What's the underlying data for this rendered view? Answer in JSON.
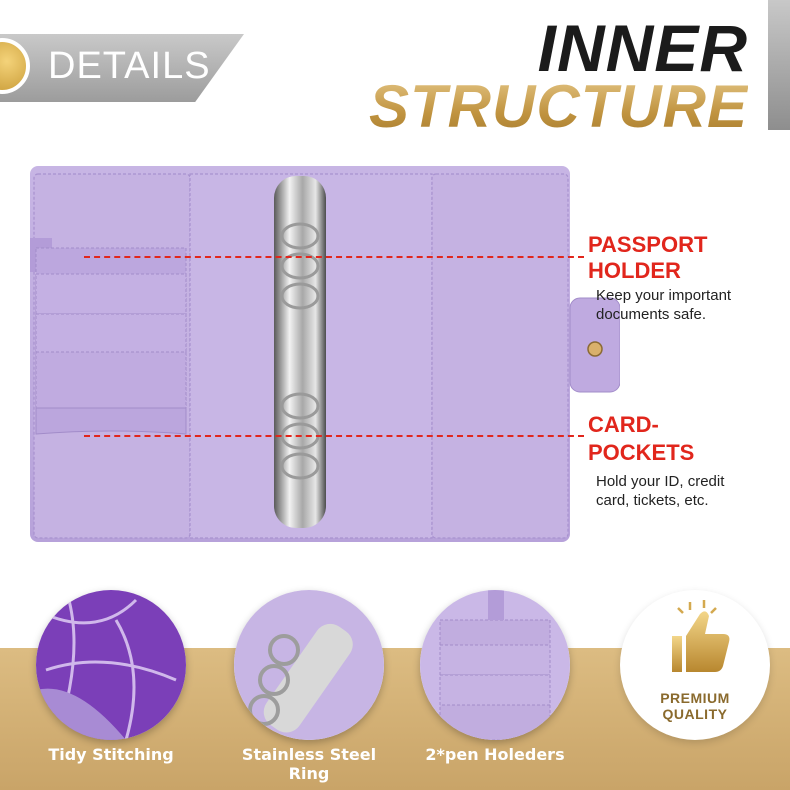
{
  "header": {
    "badge_label": "DETAILS",
    "title_line1": "INNER",
    "title_line2": "STRUCTURE"
  },
  "callouts": [
    {
      "title_line1": "PASSPORT",
      "title_line2": "HOLDER",
      "desc_line1": "Keep your  important",
      "desc_line2": "documents safe."
    },
    {
      "title_line1": "CARD-",
      "title_line2": "POCKETS",
      "desc_line1": "Hold your ID, credit",
      "desc_line2": "card, tickets, etc."
    }
  ],
  "features": [
    {
      "caption": "Tidy Stitching"
    },
    {
      "caption": "Stainless Steel Ring"
    },
    {
      "caption": "2*pen Holeders"
    }
  ],
  "quality_badge": {
    "line1": "PREMIUM",
    "line2": "QUALITY"
  },
  "colors": {
    "binder_purple": "#c2afe0",
    "callout_red": "#e1261c",
    "gold": "#c9a468"
  }
}
